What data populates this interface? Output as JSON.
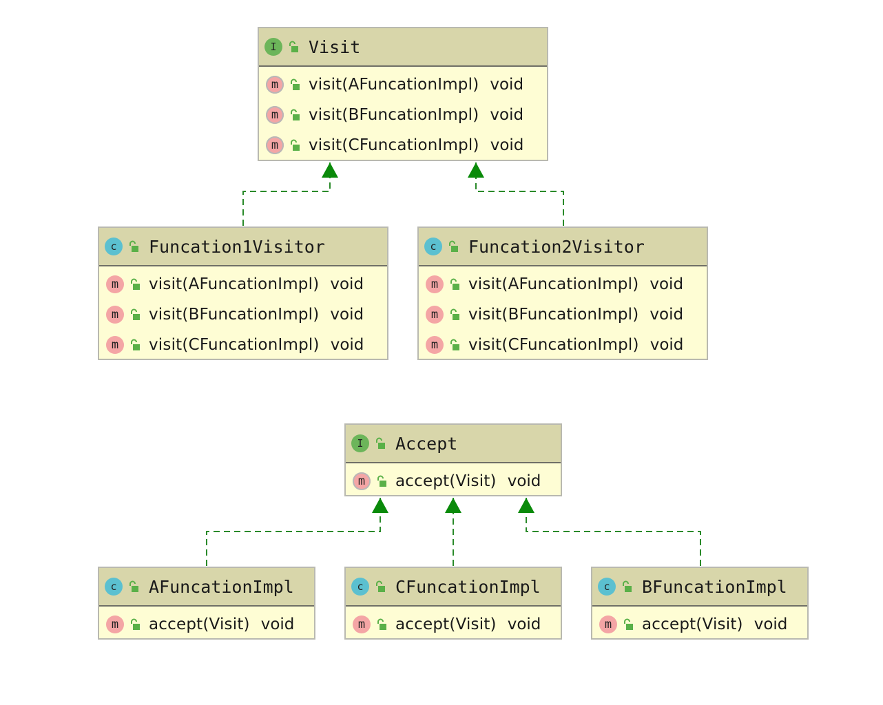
{
  "colors": {
    "header_bg": "#d8d6aa",
    "body_bg": "#fefdd4",
    "border": "#b9b9b0",
    "edge": "#2a8a2a",
    "arrowhead": "#0a8a0a",
    "interface_badge": "#6cb55a",
    "class_badge": "#5bc0d0",
    "method_badge": "#f4a5a5"
  },
  "nodes": {
    "visit": {
      "kind_icon": "interface-icon",
      "kind_letter": "I",
      "title": "Visit",
      "methods": [
        {
          "sig": "visit(AFuncationImpl)",
          "ret": "void",
          "abstract": true
        },
        {
          "sig": "visit(BFuncationImpl)",
          "ret": "void",
          "abstract": true
        },
        {
          "sig": "visit(CFuncationImpl)",
          "ret": "void",
          "abstract": true
        }
      ]
    },
    "f1": {
      "kind_icon": "class-icon",
      "kind_letter": "c",
      "title": "Funcation1Visitor",
      "methods": [
        {
          "sig": "visit(AFuncationImpl)",
          "ret": "void"
        },
        {
          "sig": "visit(BFuncationImpl)",
          "ret": "void"
        },
        {
          "sig": "visit(CFuncationImpl)",
          "ret": "void"
        }
      ]
    },
    "f2": {
      "kind_icon": "class-icon",
      "kind_letter": "c",
      "title": "Funcation2Visitor",
      "methods": [
        {
          "sig": "visit(AFuncationImpl)",
          "ret": "void"
        },
        {
          "sig": "visit(BFuncationImpl)",
          "ret": "void"
        },
        {
          "sig": "visit(CFuncationImpl)",
          "ret": "void"
        }
      ]
    },
    "accept": {
      "kind_icon": "interface-icon",
      "kind_letter": "I",
      "title": "Accept",
      "methods": [
        {
          "sig": "accept(Visit)",
          "ret": "void",
          "abstract": true
        }
      ]
    },
    "a": {
      "kind_icon": "class-icon",
      "kind_letter": "c",
      "title": "AFuncationImpl",
      "methods": [
        {
          "sig": "accept(Visit)",
          "ret": "void"
        }
      ]
    },
    "c": {
      "kind_icon": "class-icon",
      "kind_letter": "c",
      "title": "CFuncationImpl",
      "methods": [
        {
          "sig": "accept(Visit)",
          "ret": "void"
        }
      ]
    },
    "b": {
      "kind_icon": "class-icon",
      "kind_letter": "c",
      "title": "BFuncationImpl",
      "methods": [
        {
          "sig": "accept(Visit)",
          "ret": "void"
        }
      ]
    }
  },
  "edges": [
    {
      "from": "f1",
      "to": "visit",
      "type": "implements"
    },
    {
      "from": "f2",
      "to": "visit",
      "type": "implements"
    },
    {
      "from": "a",
      "to": "accept",
      "type": "implements"
    },
    {
      "from": "c",
      "to": "accept",
      "type": "implements"
    },
    {
      "from": "b",
      "to": "accept",
      "type": "implements"
    }
  ]
}
